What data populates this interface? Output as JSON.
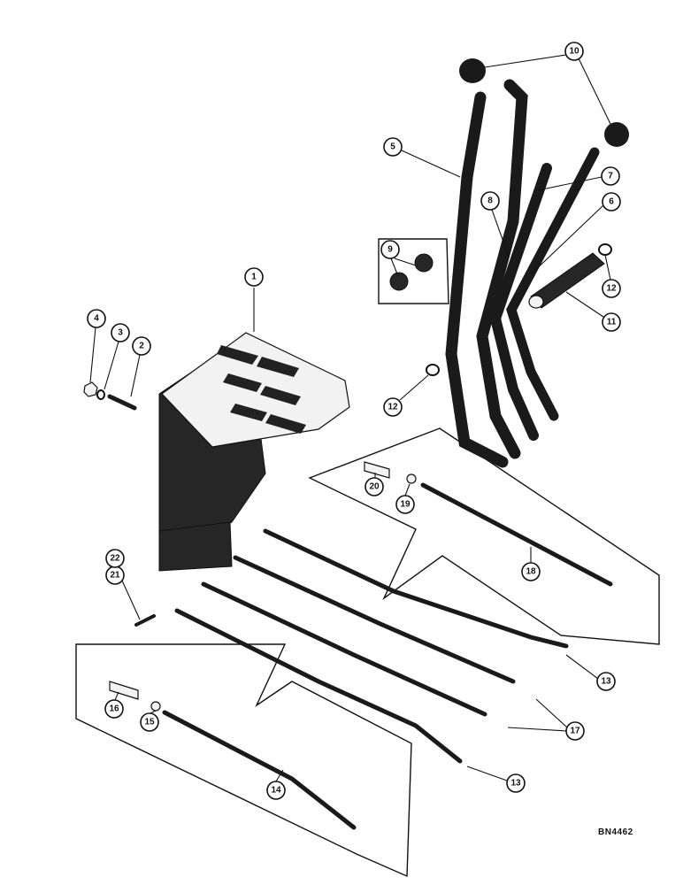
{
  "reference_code": "BN4462",
  "callouts": [
    {
      "id": "c1",
      "label": "1"
    },
    {
      "id": "c2",
      "label": "2"
    },
    {
      "id": "c3",
      "label": "3"
    },
    {
      "id": "c4",
      "label": "4"
    },
    {
      "id": "c5",
      "label": "5"
    },
    {
      "id": "c6",
      "label": "6"
    },
    {
      "id": "c7",
      "label": "7"
    },
    {
      "id": "c8",
      "label": "8"
    },
    {
      "id": "c9",
      "label": "9"
    },
    {
      "id": "c10",
      "label": "10"
    },
    {
      "id": "c11",
      "label": "11"
    },
    {
      "id": "c12a",
      "label": "12"
    },
    {
      "id": "c12b",
      "label": "12"
    },
    {
      "id": "c13a",
      "label": "13"
    },
    {
      "id": "c13b",
      "label": "13"
    },
    {
      "id": "c14",
      "label": "14"
    },
    {
      "id": "c15",
      "label": "15"
    },
    {
      "id": "c16",
      "label": "16"
    },
    {
      "id": "c17",
      "label": "17"
    },
    {
      "id": "c18",
      "label": "18"
    },
    {
      "id": "c19",
      "label": "19"
    },
    {
      "id": "c20",
      "label": "20"
    },
    {
      "id": "c21",
      "label": "21"
    },
    {
      "id": "c22",
      "label": "22"
    }
  ]
}
